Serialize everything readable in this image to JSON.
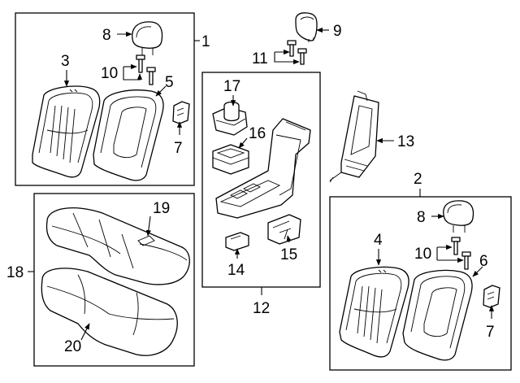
{
  "callouts": {
    "c1": "1",
    "c2": "2",
    "c3": "3",
    "c4": "4",
    "c5": "5",
    "c6": "6",
    "c7a": "7",
    "c7b": "7",
    "c8a": "8",
    "c8b": "8",
    "c9": "9",
    "c10a": "10",
    "c10b": "10",
    "c11": "11",
    "c12": "12",
    "c13": "13",
    "c14": "14",
    "c15": "15",
    "c16": "16",
    "c17": "17",
    "c18": "18",
    "c19": "19",
    "c20": "20"
  }
}
